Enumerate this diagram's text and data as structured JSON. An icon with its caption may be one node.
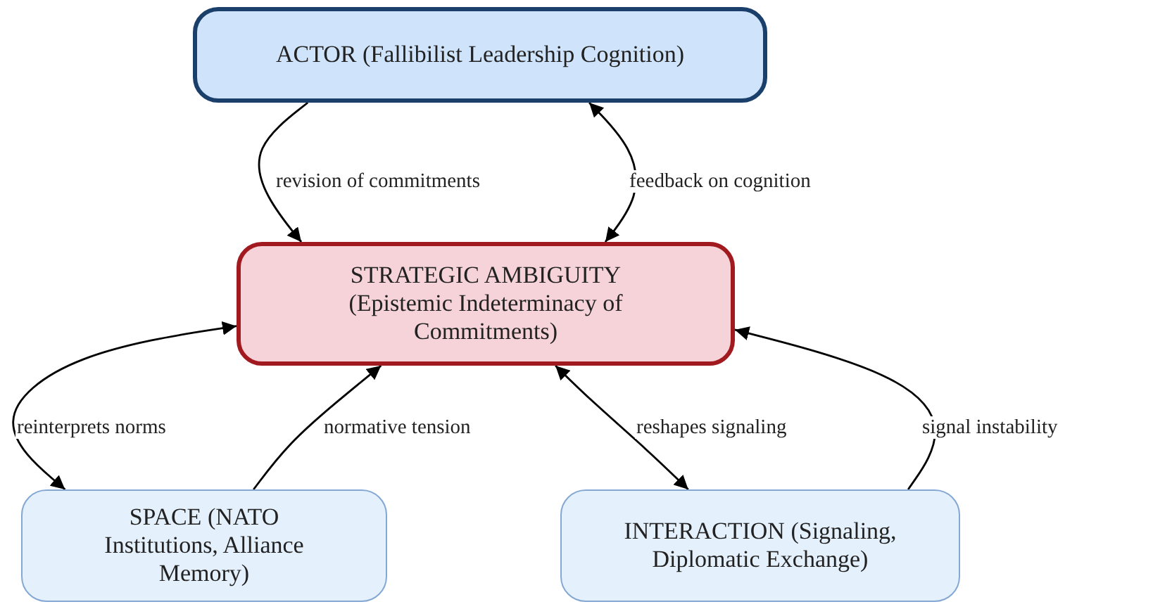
{
  "diagram": {
    "nodes": [
      {
        "text": [
          "ACTOR (Fallibilist Leadership Cognition)"
        ]
      },
      {
        "text": [
          "STRATEGIC AMBIGUITY (Epistemic Indeterminacy of Commitments)"
        ]
      },
      {
        "text": [
          "SPACE (NATO Institutions, Alliance Memory)"
        ]
      },
      {
        "text": [
          "INTERACTION (Signaling, Diplomatic Exchange)"
        ]
      }
    ],
    "edges": [
      {
        "from": 0,
        "to": 1,
        "arrow": "to",
        "label": "revision of commitments"
      },
      {
        "from": 1,
        "to": 0,
        "arrow": "both",
        "label": "feedback on cognition"
      },
      {
        "from": 1,
        "to": 2,
        "arrow": "both",
        "label": "reinterprets norms"
      },
      {
        "from": 2,
        "to": 1,
        "arrow": "to",
        "label": "normative tension"
      },
      {
        "from": 1,
        "to": 3,
        "arrow": "both",
        "label": "reshapes signaling"
      },
      {
        "from": 3,
        "to": 1,
        "arrow": "to",
        "label": "signal instability"
      }
    ]
  }
}
